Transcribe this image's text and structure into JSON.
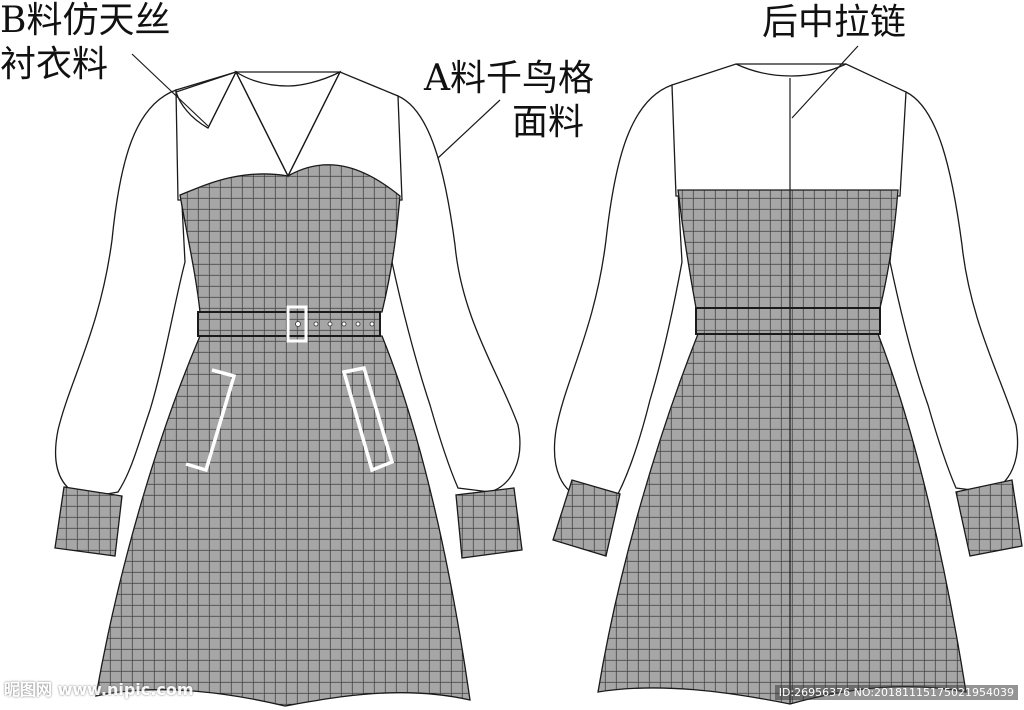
{
  "labels": {
    "fabric_b_line1": "B料仿天丝",
    "fabric_b_line2": "衬衣料",
    "fabric_a_line1": "A料千鸟格",
    "fabric_a_line2": "面料",
    "back_zipper": "后中拉链"
  },
  "watermark": {
    "site": "昵图网 www.nipic.com",
    "id_text": "ID:26956376 NO:20181115175021954039"
  },
  "colors": {
    "line": "#1a1a1a",
    "check_fill": "#9a9a9a",
    "check_line": "#2a2a2a",
    "shirt_fabric": "#ffffff",
    "background": "#ffffff"
  },
  "views": [
    {
      "name": "front-view"
    },
    {
      "name": "back-view"
    }
  ]
}
